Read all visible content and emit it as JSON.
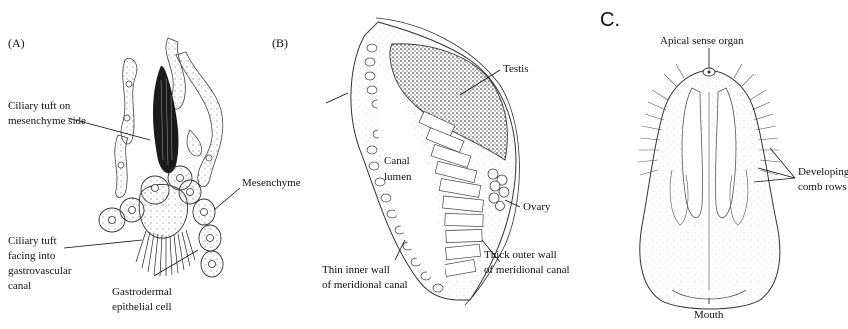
{
  "panel_a": {
    "letter": "(A)",
    "labels": {
      "ciliary_tuft_mesenchyme_1": "Ciliary tuft on",
      "ciliary_tuft_mesenchyme_2": "mesenchyme side",
      "mesenchyme": "Mesenchyme",
      "ciliary_tuft_canal_1": "Ciliary tuft",
      "ciliary_tuft_canal_2": "facing into",
      "ciliary_tuft_canal_3": "gastrovascular",
      "ciliary_tuft_canal_4": "canal",
      "gastrodermal_1": "Gastrodermal",
      "gastrodermal_2": "epithelial cell"
    }
  },
  "panel_b": {
    "letter": "(B)",
    "labels": {
      "testis": "Testis",
      "canal_lumen_1": "Canal",
      "canal_lumen_2": "lumen",
      "ovary": "Ovary",
      "thin_wall_1": "Thin inner wall",
      "thin_wall_2": "of meridional canal",
      "thick_wall_1": "Thick outer wall",
      "thick_wall_2": "of meridional canal"
    }
  },
  "panel_c": {
    "letter": "C.",
    "labels": {
      "apical": "Apical sense organ",
      "comb_rows_1": "Developing",
      "comb_rows_2": "comb rows",
      "mouth": "Mouth"
    }
  }
}
